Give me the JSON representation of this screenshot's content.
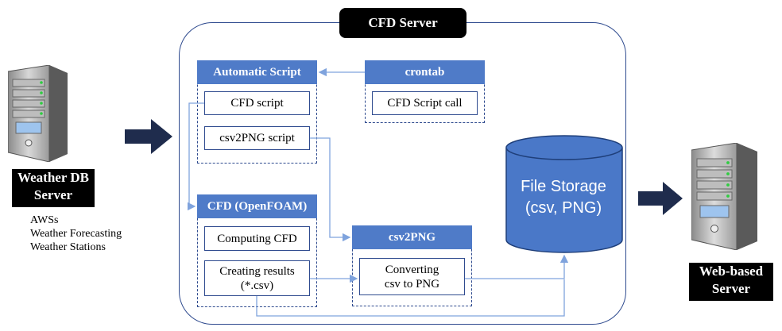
{
  "cfd_server": {
    "title": "CFD Server"
  },
  "weather_db": {
    "label_line1": "Weather DB",
    "label_line2": "Server",
    "items": [
      "AWSs",
      "Weather Forecasting",
      "Weather Stations"
    ]
  },
  "web_server": {
    "label_line1": "Web-based",
    "label_line2": "Server"
  },
  "automatic_script": {
    "header": "Automatic Script",
    "items": [
      "CFD script",
      "csv2PNG script"
    ]
  },
  "crontab": {
    "header": "crontab",
    "items": [
      "CFD Script call"
    ]
  },
  "cfd_openfoam": {
    "header": "CFD (OpenFOAM)",
    "items": [
      "Computing CFD",
      "Creating results (*.csv)"
    ]
  },
  "csv2png": {
    "header": "csv2PNG",
    "items": [
      "Converting csv to PNG"
    ]
  },
  "file_storage": {
    "line1": "File Storage",
    "line2": "(csv, PNG)"
  },
  "colors": {
    "header_blue": "#4f7bc8",
    "storage_blue": "#4a78c8",
    "line_blue": "#7fa3dd",
    "dark_navy": "#1f2c4d",
    "frame_border": "#2f4b8f"
  },
  "icons": [
    "server-tower-icon",
    "arrow-right-icon"
  ]
}
